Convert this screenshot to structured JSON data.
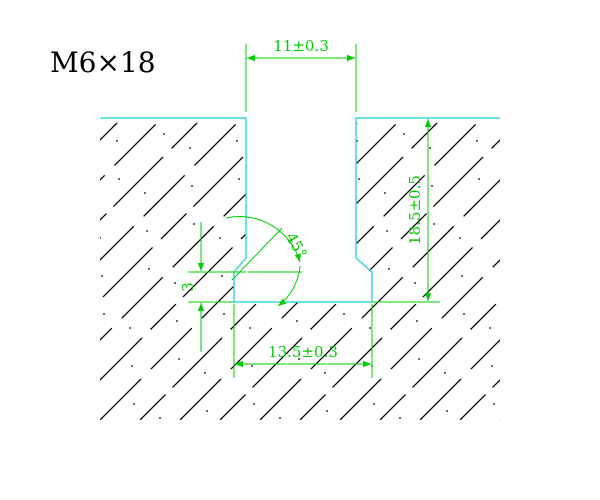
{
  "drawing": {
    "title": "M6×18",
    "dimensions": {
      "top_width": "11±0.3",
      "bottom_width": "13.5±0.3",
      "depth": "18.5±0.5",
      "lip_height": "3",
      "chamfer_angle": "45°"
    }
  },
  "colors": {
    "outline": "#3fd7e0",
    "dimension": "#00cc00",
    "hatch": "#000000"
  }
}
